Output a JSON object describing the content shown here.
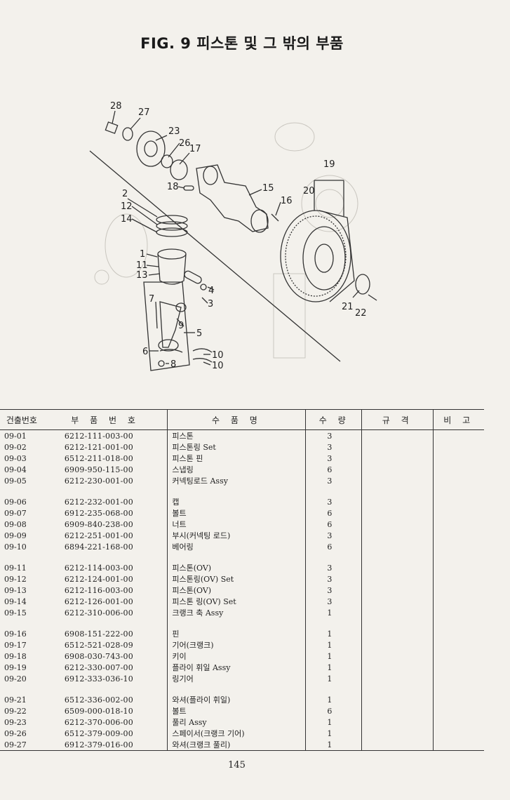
{
  "title": "FIG. 9 피스톤 및 그 밖의 부품",
  "callouts": [
    "28",
    "27",
    "23",
    "26",
    "17",
    "19",
    "20",
    "18",
    "15",
    "16",
    "2",
    "12",
    "14",
    "1",
    "11",
    "13",
    "4",
    "3",
    "7",
    "9",
    "5",
    "6",
    "8",
    "10",
    "10",
    "21",
    "22"
  ],
  "table": {
    "headers": {
      "no": "건출번호",
      "part_no": "부 품 번 호",
      "name": "수  품  명",
      "qty": "수 량",
      "spec": "규 격",
      "note": "비 고"
    },
    "rows": [
      {
        "no": "09-01",
        "part": "6212-111-003-00",
        "name": "피스톤",
        "qty": "3"
      },
      {
        "no": "09-02",
        "part": "6212-121-001-00",
        "name": "피스톤링 Set",
        "qty": "3"
      },
      {
        "no": "09-03",
        "part": "6512-211-018-00",
        "name": "피스톤 핀",
        "qty": "3"
      },
      {
        "no": "09-04",
        "part": "6909-950-115-00",
        "name": "스냅링",
        "qty": "6"
      },
      {
        "no": "09-05",
        "part": "6212-230-001-00",
        "name": "커넥팅로드 Assy",
        "qty": "3"
      },
      {
        "no": "09-06",
        "part": "6212-232-001-00",
        "name": "캡",
        "qty": "3"
      },
      {
        "no": "09-07",
        "part": "6912-235-068-00",
        "name": "볼트",
        "qty": "6"
      },
      {
        "no": "09-08",
        "part": "6909-840-238-00",
        "name": "너트",
        "qty": "6"
      },
      {
        "no": "09-09",
        "part": "6212-251-001-00",
        "name": "부시(커넥팅 로드)",
        "qty": "3"
      },
      {
        "no": "09-10",
        "part": "6894-221-168-00",
        "name": "베어링",
        "qty": "6"
      },
      {
        "no": "09-11",
        "part": "6212-114-003-00",
        "name": "피스톤(OV)",
        "qty": "3"
      },
      {
        "no": "09-12",
        "part": "6212-124-001-00",
        "name": "피스톤링(OV) Set",
        "qty": "3"
      },
      {
        "no": "09-13",
        "part": "6212-116-003-00",
        "name": "피스톤(OV)",
        "qty": "3"
      },
      {
        "no": "09-14",
        "part": "6212-126-001-00",
        "name": "피스톤 링(OV) Set",
        "qty": "3"
      },
      {
        "no": "09-15",
        "part": "6212-310-006-00",
        "name": "크랭크 축 Assy",
        "qty": "1"
      },
      {
        "no": "09-16",
        "part": "6908-151-222-00",
        "name": "핀",
        "qty": "1"
      },
      {
        "no": "09-17",
        "part": "6512-521-028-09",
        "name": "기어(크랭크)",
        "qty": "1"
      },
      {
        "no": "09-18",
        "part": "6908-030-743-00",
        "name": "키이",
        "qty": "1"
      },
      {
        "no": "09-19",
        "part": "6212-330-007-00",
        "name": "플라이 휘일 Assy",
        "qty": "1"
      },
      {
        "no": "09-20",
        "part": "6912-333-036-10",
        "name": "링기어",
        "qty": "1"
      },
      {
        "no": "09-21",
        "part": "6512-336-002-00",
        "name": "와셔(플라이 휘일)",
        "qty": "1"
      },
      {
        "no": "09-22",
        "part": "6509-000-018-10",
        "name": "볼트",
        "qty": "6"
      },
      {
        "no": "09-23",
        "part": "6212-370-006-00",
        "name": "풀리 Assy",
        "qty": "1"
      },
      {
        "no": "09-26",
        "part": "6512-379-009-00",
        "name": "스페이서(크랭크 기어)",
        "qty": "1"
      },
      {
        "no": "09-27",
        "part": "6912-379-016-00",
        "name": "와셔(크랭크 풀리)",
        "qty": "1"
      }
    ]
  },
  "page_number": "145"
}
